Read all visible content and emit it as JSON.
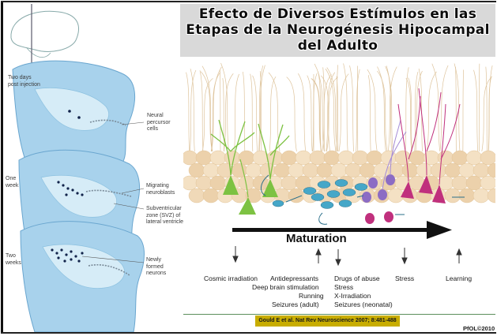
{
  "title": {
    "line1": "Efecto de Diversos Estímulos en las",
    "line2": "Etapas de la Neurogénesis Hipocampal",
    "line3": "del Adulto"
  },
  "left_figure": {
    "labels": {
      "two_days": "Two days\npost injection",
      "one_week": "One\nweek",
      "two_weeks": "Two\nweeks",
      "neural_percursor": "Neural\npercursor\ncells",
      "migrating": "Migrating\nneuroblasts",
      "svz": "Subventricular\nzone (SVZ) of\nlateral ventricle",
      "newly_formed": "Newly\nformed\nneurons"
    }
  },
  "right_figure": {
    "maturation_label": "Maturation",
    "stimuli": {
      "cosmic": "Cosmic irradiation",
      "antidepressants": "Antidepressants",
      "deep_brain": "Deep brain stimulation",
      "running": "Running",
      "seizures_adult": "Seizures (adult)",
      "drugs": "Drugs of abuse",
      "stress_1": "Stress",
      "x_irradiation": "X-Irradiation",
      "seizures_neonatal": "Seizures (neonatal)",
      "stress_2": "Stress",
      "learning": "Learning"
    }
  },
  "citation": "Gould E et al. Nat Rev Neuroscience 2007; 8:481-488",
  "copyright": "PfOL©2010",
  "colors": {
    "brain_fill": "#a8d2ec",
    "brain_dark": "#79b6de",
    "cell_layer": "#f0d9b8",
    "dendrite": "#d8b98a",
    "stem_cell": "#7dc242",
    "progenitor": "#46a7c8",
    "immature": "#8c6cc4",
    "mature": "#c0307d",
    "citation_bg": "#c8ad00"
  }
}
